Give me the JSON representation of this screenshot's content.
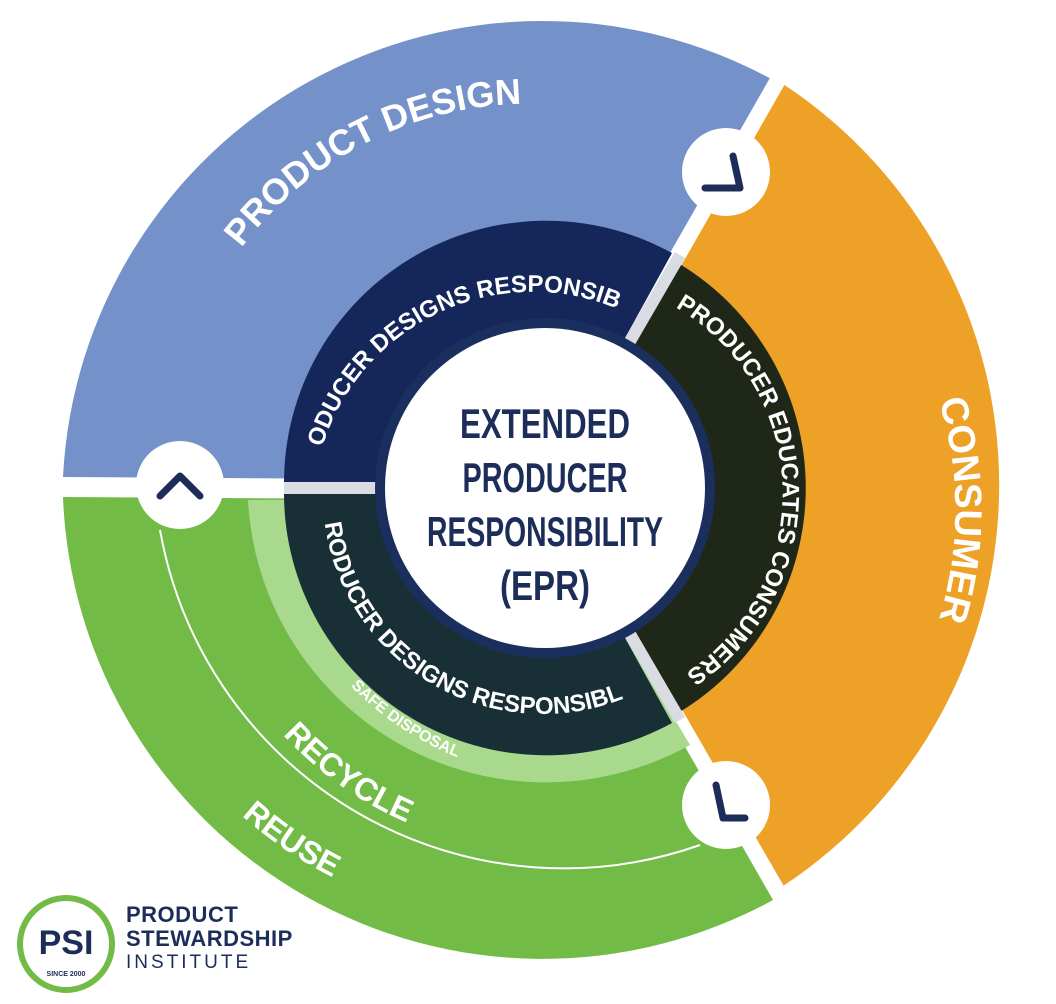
{
  "center": {
    "lines": [
      "EXTENDED",
      "PRODUCER",
      "RESPONSIBILITY",
      "(EPR)"
    ]
  },
  "segments": {
    "product_design": "PRODUCT DESIGN",
    "consumer": "CONSUMER",
    "safe_disposal": "SAFE DISPOSAL",
    "recycle": "RECYCLE",
    "reuse": "REUSE"
  },
  "inner_ring": {
    "top": "PRODUCER DESIGNS RESPONSIBLY",
    "right": "PRODUCER EDUCATES CONSUMERS",
    "bottom": "PRODUCER DESIGNS RESPONSIBLY"
  },
  "logo": {
    "mark": "PSI",
    "since": "SINCE 2000",
    "line1": "PRODUCT",
    "line2": "STEWARDSHIP",
    "line3": "INSTITUTE"
  },
  "colors": {
    "blue": "#7591c9",
    "orange": "#eea127",
    "green": "#72bb46",
    "light_green": "#a9d98d",
    "navy": "#14265a",
    "navy_dark": "#182f36",
    "olive_dark": "#1e2718",
    "ring_navy": "#1b2f5e",
    "text_navy": "#1c2d5a"
  },
  "icons": [
    "chevron-right-icon",
    "chevron-up-icon",
    "chevron-left-icon"
  ]
}
